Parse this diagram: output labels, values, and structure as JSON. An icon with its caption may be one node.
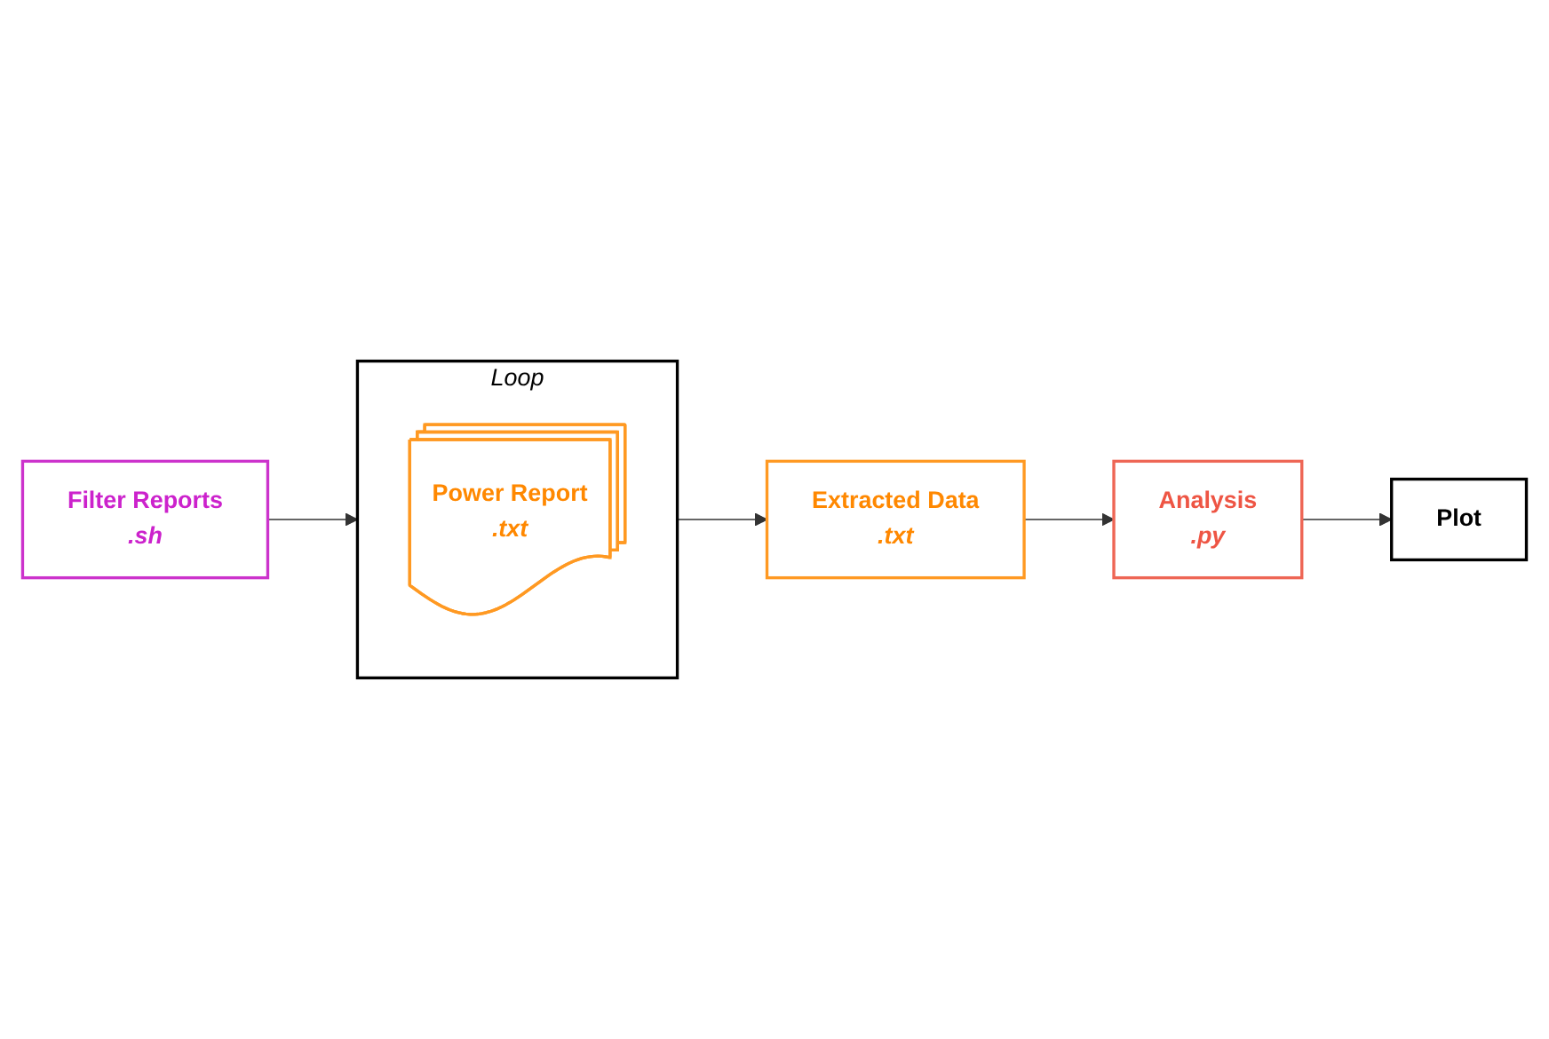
{
  "diagram": {
    "nodes": [
      {
        "text": [
          "Filter Reports",
          ".sh"
        ]
      },
      {
        "text": [
          "Loop"
        ]
      },
      {
        "text": [
          "Power Report",
          ".txt"
        ],
        "in": 1
      },
      {
        "text": [
          "Extracted Data",
          ".txt"
        ]
      },
      {
        "text": [
          "Analysis",
          ".py"
        ]
      },
      {
        "text": [
          "Plot"
        ]
      }
    ],
    "edges": [
      {
        "from": 0,
        "to": 1,
        "arrow": "to"
      },
      {
        "from": 1,
        "to": 3,
        "arrow": "to"
      },
      {
        "from": 3,
        "to": 4,
        "arrow": "to"
      },
      {
        "from": 4,
        "to": 5,
        "arrow": "to"
      }
    ]
  }
}
